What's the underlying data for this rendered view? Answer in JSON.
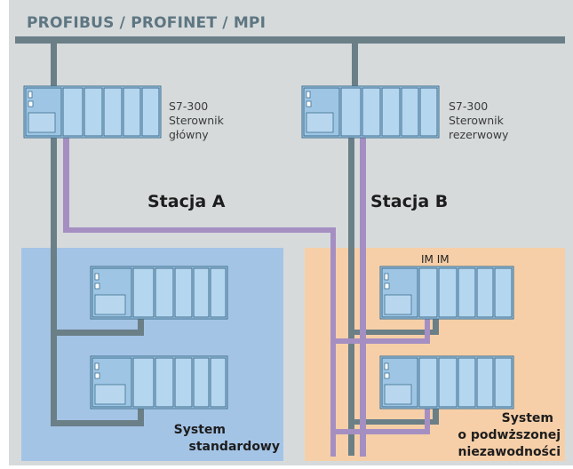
{
  "bus": {
    "label": "PROFIBUS / PROFINET / MPI"
  },
  "controllers": {
    "a": {
      "model": "S7-300",
      "line1": "Sterownik",
      "line2": "główny"
    },
    "b": {
      "model": "S7-300",
      "line1": "Sterownik",
      "line2": "rezerwowy"
    }
  },
  "stations": {
    "a": "Stacja A",
    "b": "Stacja B"
  },
  "im_label": "IM IM",
  "systems": {
    "standard": {
      "line1": "System",
      "line2": "standardowy"
    },
    "high_availability": {
      "line1": "System",
      "line2": "o podwższonej",
      "line3": "niezawodności"
    }
  },
  "colors": {
    "background": "#d6dadb",
    "bus": "#6b7f87",
    "redundant_link": "#a58fc2",
    "standard_zone": "#a4c4e6",
    "high_availability_zone": "#f6cfa8",
    "module_fill": "#a9cde8",
    "module_outline": "#3e6f8f"
  },
  "icons": {
    "plc": "plc-rack-icon"
  }
}
